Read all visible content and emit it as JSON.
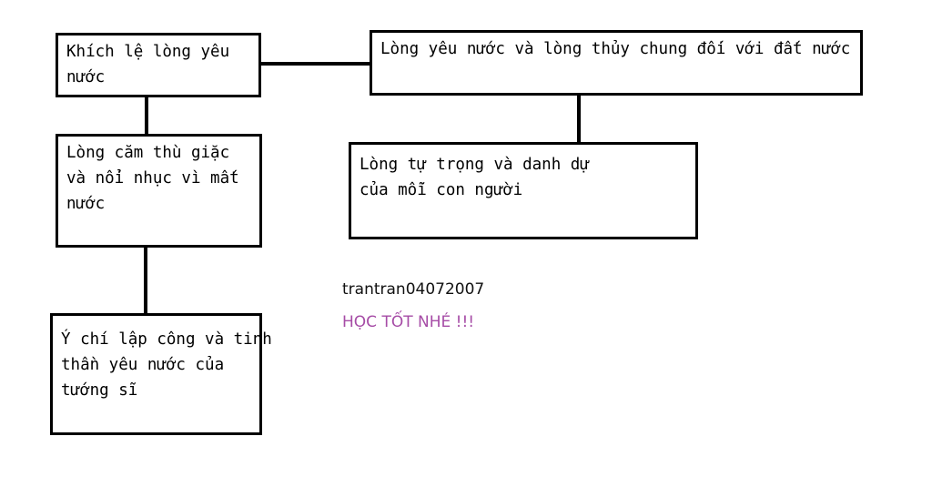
{
  "diagram": {
    "nodes": [
      {
        "id": "n1",
        "text": "Khích lệ lòng yêu\nnước"
      },
      {
        "id": "n2",
        "text": "Lòng yêu nước và lòng thủy chung đối với đất nước"
      },
      {
        "id": "n3",
        "text": "Lòng căm thù giặc\nvà nổi nhục vì mất\nnước"
      },
      {
        "id": "n4",
        "text": "Lòng tự trọng và danh dự\ncủa mỗi con người"
      },
      {
        "id": "n5",
        "text": "Ý chí lập công và tinh\nthần yêu nước của\ntướng sĩ"
      }
    ],
    "edges": [
      {
        "from": "n1",
        "to": "n2"
      },
      {
        "from": "n1",
        "to": "n3"
      },
      {
        "from": "n2",
        "to": "n4"
      },
      {
        "from": "n3",
        "to": "n5"
      }
    ]
  },
  "annotations": {
    "author": "trantran04072007",
    "greeting": "HỌC TỐT NHÉ !!!"
  },
  "colors": {
    "border": "#000000",
    "text": "#000000",
    "author_text": "#111111",
    "greeting_text": "#a64ca6"
  }
}
